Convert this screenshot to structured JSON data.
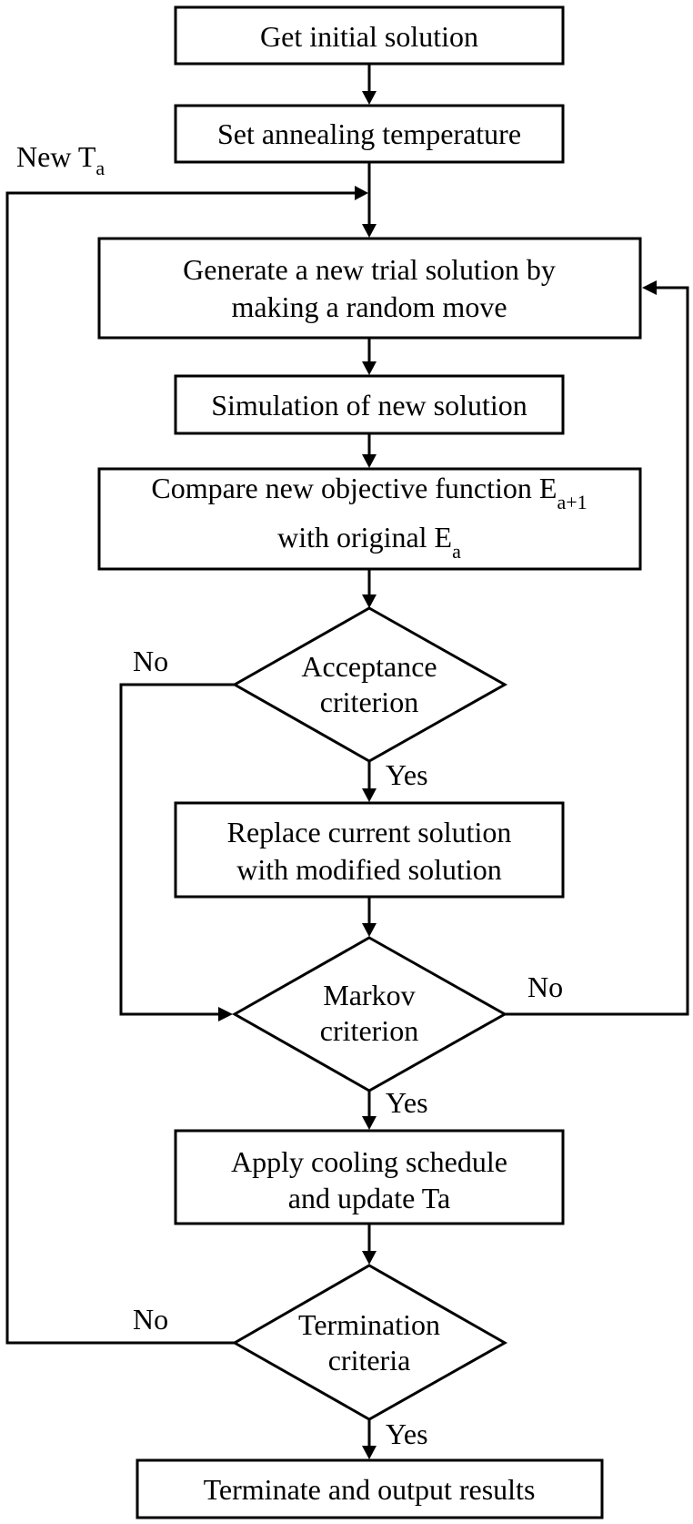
{
  "flowchart": {
    "nodes": {
      "get_initial": {
        "label": "Get initial solution"
      },
      "set_temp": {
        "label": "Set annealing temperature"
      },
      "generate": {
        "line1": "Generate a new trial solution by",
        "line2": "making a random move"
      },
      "simulation": {
        "label": "Simulation of new solution"
      },
      "compare": {
        "line1_text": "Compare new objective function E",
        "line1_sub": "a+1",
        "line2_text": "with original E",
        "line2_sub": "a"
      },
      "acceptance": {
        "line1": "Acceptance",
        "line2": "criterion"
      },
      "replace": {
        "line1": "Replace current solution",
        "line2": "with modified solution"
      },
      "markov": {
        "line1": "Markov",
        "line2": "criterion"
      },
      "cooling": {
        "line1": "Apply cooling schedule",
        "line2": "and update Ta"
      },
      "termination": {
        "line1": "Termination",
        "line2": "criteria"
      },
      "terminate": {
        "label": "Terminate and output results"
      }
    },
    "edge_labels": {
      "new_ta_text": "New T",
      "new_ta_sub": "a",
      "acceptance_no": "No",
      "acceptance_yes": "Yes",
      "markov_no": "No",
      "markov_yes": "Yes",
      "termination_no": "No",
      "termination_yes": "Yes"
    }
  }
}
